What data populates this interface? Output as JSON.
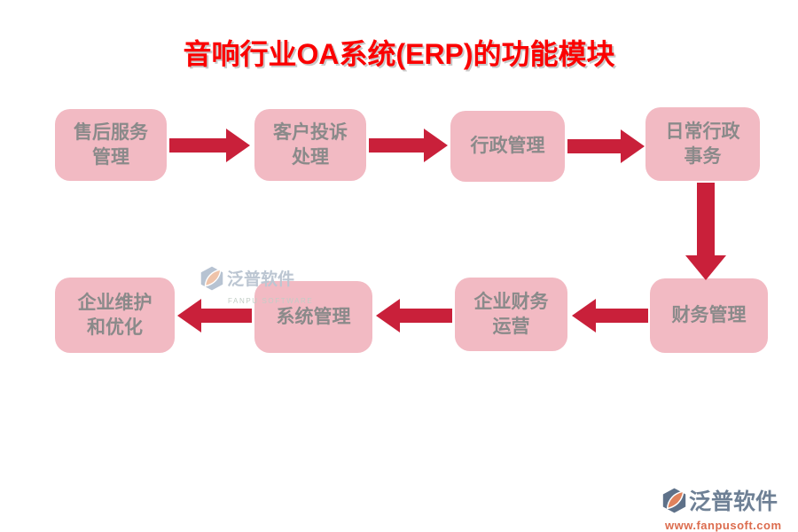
{
  "title": "音响行业OA系统(ERP)的功能模块",
  "colors": {
    "title_red": "#FB0000",
    "node_pink": "#F2BAC3",
    "node_text_gray": "#8A8A8A",
    "arrow_crimson": "#C9203A",
    "watermark_slate": "#BCC6D2",
    "logo_slate": "#6E8095",
    "logo_leaf_orange": "#E0825C",
    "logo_url_orange": "#DC6C4E"
  },
  "diagram": {
    "nodes": [
      {
        "id": "after-sales-service",
        "label": "售后服务\n管理"
      },
      {
        "id": "customer-complaint",
        "label": "客户投诉\n处理"
      },
      {
        "id": "admin-management",
        "label": "行政管理"
      },
      {
        "id": "daily-admin-affairs",
        "label": "日常行政\n事务"
      },
      {
        "id": "finance-management",
        "label": "财务管理"
      },
      {
        "id": "enterprise-finance-operation",
        "label": "企业财务\n运营"
      },
      {
        "id": "system-management",
        "label": "系统管理"
      },
      {
        "id": "enterprise-maintenance",
        "label": "企业维护\n和优化"
      }
    ],
    "edges": [
      {
        "from": "after-sales-service",
        "to": "customer-complaint",
        "direction": "right"
      },
      {
        "from": "customer-complaint",
        "to": "admin-management",
        "direction": "right"
      },
      {
        "from": "admin-management",
        "to": "daily-admin-affairs",
        "direction": "right"
      },
      {
        "from": "daily-admin-affairs",
        "to": "finance-management",
        "direction": "down"
      },
      {
        "from": "finance-management",
        "to": "enterprise-finance-operation",
        "direction": "left"
      },
      {
        "from": "enterprise-finance-operation",
        "to": "system-management",
        "direction": "left"
      },
      {
        "from": "system-management",
        "to": "enterprise-maintenance",
        "direction": "left"
      }
    ]
  },
  "watermark": {
    "brand": "泛普软件",
    "brand_en": "FANPU SOFTWARE"
  },
  "footer_logo": {
    "brand": "泛普软件",
    "url": "www.fanpusoft.com"
  }
}
